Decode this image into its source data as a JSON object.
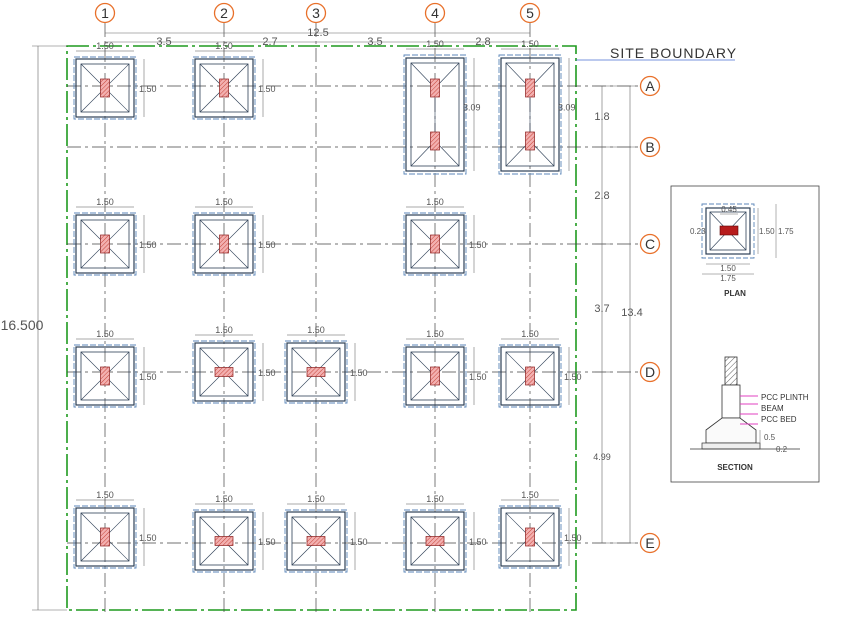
{
  "columns": [
    {
      "id": "1"
    },
    {
      "id": "2"
    },
    {
      "id": "3"
    },
    {
      "id": "4"
    },
    {
      "id": "5"
    }
  ],
  "rows": [
    {
      "id": "A"
    },
    {
      "id": "B"
    },
    {
      "id": "C"
    },
    {
      "id": "D"
    },
    {
      "id": "E"
    }
  ],
  "top_dimensions": {
    "total": "12.5",
    "spans": [
      "3.5",
      "2.7",
      "3.5",
      "2.8"
    ]
  },
  "left_dimension": "16.500",
  "right_dimensions": {
    "spans": [
      "1.8",
      "2.8",
      "3.7",
      "4.99"
    ],
    "total": "13.4"
  },
  "site_boundary_label": "SITE BOUNDARY",
  "footing_size_label": "1.50",
  "long_footing_label": "3.09",
  "colors": {
    "boundary": "#1f9a1f",
    "bubble": "#e8702a",
    "footing": "#2d3f56",
    "footing_outline": "#5b86b8",
    "column_fill": "#c0392b",
    "pink_leader": "#e040c0"
  },
  "detail": {
    "column_width": "0.45",
    "column_depth": "0.23",
    "inner_size": "1.50",
    "outer_size": "1.75",
    "plan_title": "PLAN",
    "section_title": "SECTION",
    "callouts": [
      "PCC PLINTH",
      "BEAM",
      "PCC BED"
    ],
    "thickness_1": "0.5",
    "thickness_2": "0.2"
  }
}
